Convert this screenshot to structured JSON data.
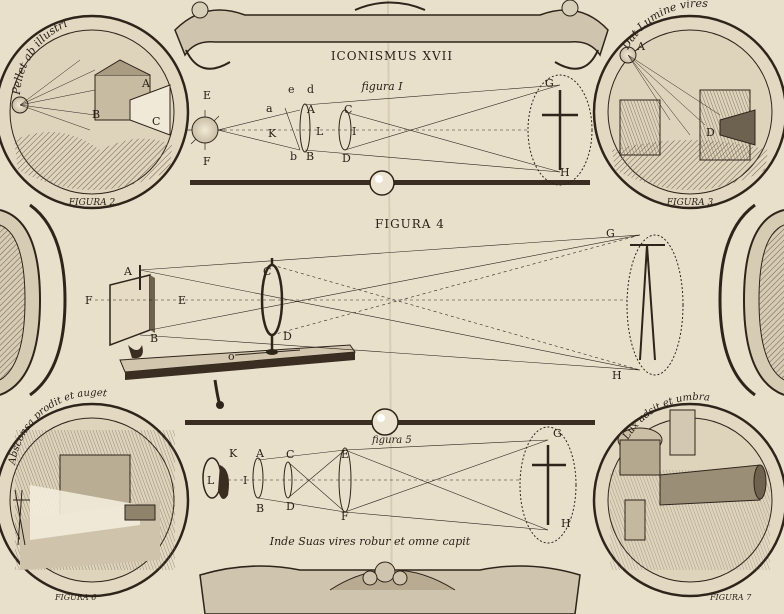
{
  "plate": {
    "title": "ICONISMUS XVII",
    "figure_1_label": "figura I",
    "figure_4_label": "FIGURA 4",
    "figure_5_label": "figura 5",
    "bottom_motto": "Inde Suas vires robur et omne capit",
    "colors": {
      "paper": "#e9e0cc",
      "ink": "#2e241a",
      "shade": "#8d8270"
    }
  },
  "medallions": {
    "top_left": {
      "motto": "Pellet ab illustri",
      "caption": "FIGURA 2"
    },
    "top_right": {
      "motto": "Dat Lumine vires",
      "caption": "FIGURA 3"
    },
    "bottom_left": {
      "motto": "Absconsa prodit et auget",
      "caption": "FIGURA 6"
    },
    "bottom_right": {
      "motto": "Lux adsit et umbra",
      "caption": "FIGURA 7"
    }
  },
  "figure_1": {
    "letters": [
      "E",
      "a",
      "e",
      "d",
      "A",
      "C",
      "G",
      "K",
      "L",
      "I",
      "F",
      "b",
      "B",
      "D",
      "H"
    ]
  },
  "figure_4": {
    "letters": [
      "A",
      "C",
      "F",
      "E",
      "B",
      "D",
      "G",
      "H",
      "o"
    ]
  },
  "figure_5": {
    "letters": [
      "K",
      "A",
      "C",
      "E",
      "G",
      "L",
      "I",
      "B",
      "D",
      "F",
      "H"
    ]
  },
  "medallion_letters": {
    "fig2": [
      "A",
      "B",
      "C"
    ],
    "fig3": [
      "A",
      "D"
    ]
  }
}
